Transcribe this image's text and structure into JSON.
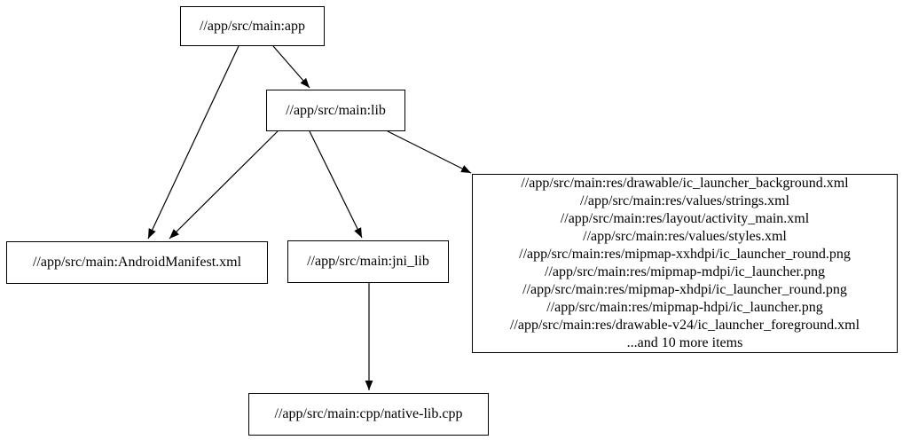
{
  "diagram": {
    "type": "dependency-graph",
    "background_color": "#ffffff",
    "node_border_color": "#000000",
    "edge_color": "#000000",
    "nodes": {
      "app": {
        "label": "//app/src/main:app"
      },
      "lib": {
        "label": "//app/src/main:lib"
      },
      "manifest": {
        "label": "//app/src/main:AndroidManifest.xml"
      },
      "jni_lib": {
        "label": "//app/src/main:jni_lib"
      },
      "resources": {
        "lines": [
          "//app/src/main:res/drawable/ic_launcher_background.xml",
          "//app/src/main:res/values/strings.xml",
          "//app/src/main:res/layout/activity_main.xml",
          "//app/src/main:res/values/styles.xml",
          "//app/src/main:res/mipmap-xxhdpi/ic_launcher_round.png",
          "//app/src/main:res/mipmap-mdpi/ic_launcher.png",
          "//app/src/main:res/mipmap-xhdpi/ic_launcher_round.png",
          "//app/src/main:res/mipmap-hdpi/ic_launcher.png",
          "//app/src/main:res/drawable-v24/ic_launcher_foreground.xml",
          "...and 10 more items"
        ]
      },
      "native_lib": {
        "label": "//app/src/main:cpp/native-lib.cpp"
      }
    },
    "edges": [
      {
        "from": "app",
        "to": "lib"
      },
      {
        "from": "app",
        "to": "manifest"
      },
      {
        "from": "lib",
        "to": "manifest"
      },
      {
        "from": "lib",
        "to": "jni_lib"
      },
      {
        "from": "lib",
        "to": "resources"
      },
      {
        "from": "jni_lib",
        "to": "native_lib"
      }
    ]
  }
}
